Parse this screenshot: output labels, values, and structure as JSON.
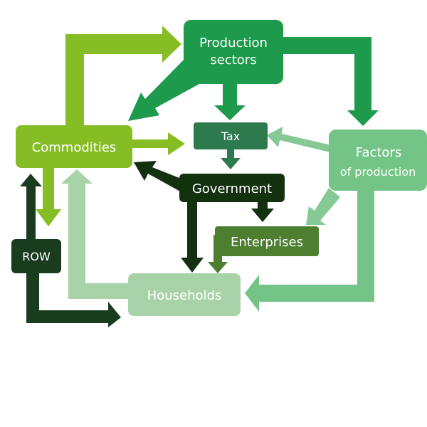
{
  "nodes": {
    "production": {
      "line1": "Production",
      "line2": "sectors",
      "color": "#1e9a4c"
    },
    "commodities": {
      "label": "Commodities",
      "color": "#86bd24"
    },
    "tax": {
      "label": "Tax",
      "color": "#2e7a4f"
    },
    "factors": {
      "line1": "Factors",
      "line2": "of production",
      "color": "#74c487"
    },
    "government": {
      "label": "Government",
      "color": "#13300f"
    },
    "enterprises": {
      "label": "Enterprises",
      "color": "#4e7f31"
    },
    "row": {
      "label": "ROW",
      "color": "#193c1f"
    },
    "households": {
      "label": "Households",
      "color": "#a8d3a8"
    }
  }
}
